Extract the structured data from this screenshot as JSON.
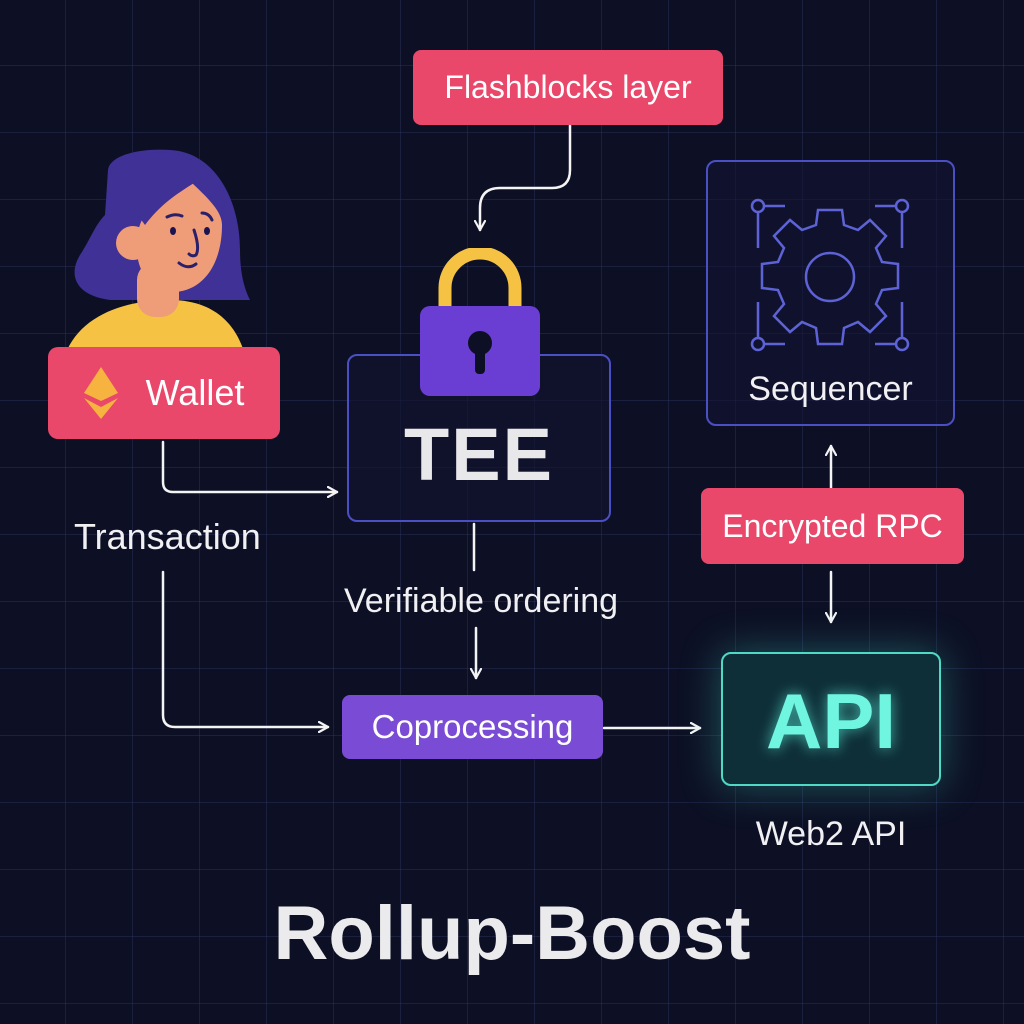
{
  "diagram": {
    "title": "Rollup-Boost",
    "nodes": {
      "flashblocks": {
        "label": "Flashblocks layer"
      },
      "wallet": {
        "label": "Wallet",
        "icon": "ethereum-icon"
      },
      "tee": {
        "label": "TEE",
        "icon": "padlock-icon"
      },
      "sequencer": {
        "label": "Sequencer",
        "icon": "gear-circuit-icon"
      },
      "encrypted_rpc": {
        "label": "Encrypted RPC"
      },
      "coprocessing": {
        "label": "Coprocessing"
      },
      "api": {
        "label": "API",
        "caption": "Web2 API"
      }
    },
    "edge_labels": {
      "transaction": "Transaction",
      "verifiable_ordering": "Verifiable ordering"
    },
    "edges": [
      {
        "from": "flashblocks",
        "to": "tee"
      },
      {
        "from": "wallet",
        "to": "tee"
      },
      {
        "from": "wallet",
        "to": "coprocessing",
        "label": "Transaction"
      },
      {
        "from": "tee",
        "to": "coprocessing",
        "label": "Verifiable ordering"
      },
      {
        "from": "coprocessing",
        "to": "api"
      },
      {
        "from": "encrypted_rpc",
        "to": "sequencer"
      },
      {
        "from": "encrypted_rpc",
        "to": "api"
      }
    ],
    "colors": {
      "background": "#0d1024",
      "pink": "#e9486a",
      "purple": "#7a4bd4",
      "indigo_border": "#4b4fc4",
      "lock_shackle": "#f5c244",
      "api_glow": "#5ef2dc",
      "hair": "#3f3196",
      "skin": "#ee9d78",
      "shirt": "#f6c244"
    }
  }
}
